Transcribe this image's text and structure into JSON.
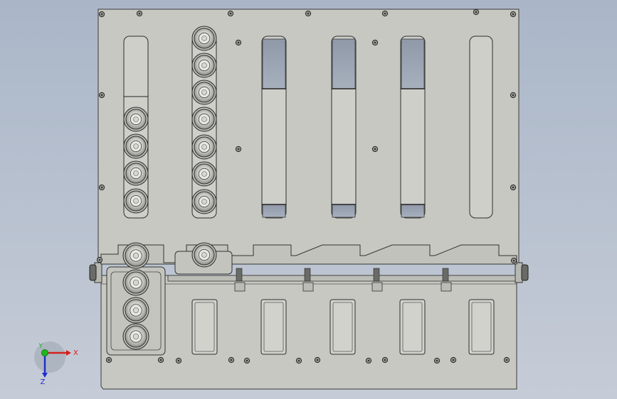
{
  "viewport": {
    "background_top": "#aab6c8",
    "background_bottom": "#c6ccd7"
  },
  "model": {
    "plate_color": "#c8c8c2",
    "outline_color": "#3a3a3a",
    "slot_window_color": "#9ea8b6",
    "cup_color": "#dcdcd6"
  },
  "triad": {
    "x_label": "X",
    "y_label": "Y",
    "z_label": "Z",
    "x_color": "#d42020",
    "y_color": "#1db81d",
    "z_color": "#2030c8"
  }
}
